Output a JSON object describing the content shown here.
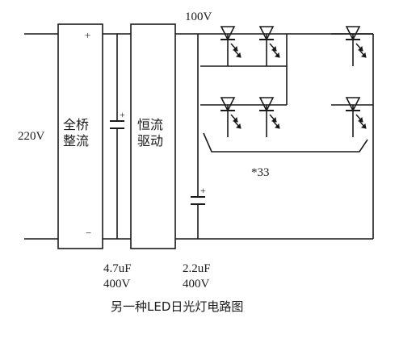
{
  "diagram": {
    "input_voltage": "220V",
    "bus_voltage": "100V",
    "rectifier_label_line1": "全桥",
    "rectifier_label_line2": "整流",
    "plus_sign": "+",
    "minus_sign": "−",
    "driver_label_line1": "恒流",
    "driver_label_line2": "驱动",
    "cap1_value": "4.7uF",
    "cap1_rating": "400V",
    "cap2_value": "2.2uF",
    "cap2_rating": "400V",
    "led_count": "*33",
    "caption": "另一种LED日光灯电路图",
    "colors": {
      "ink": "#1a1a1a",
      "background": "#ffffff"
    }
  }
}
